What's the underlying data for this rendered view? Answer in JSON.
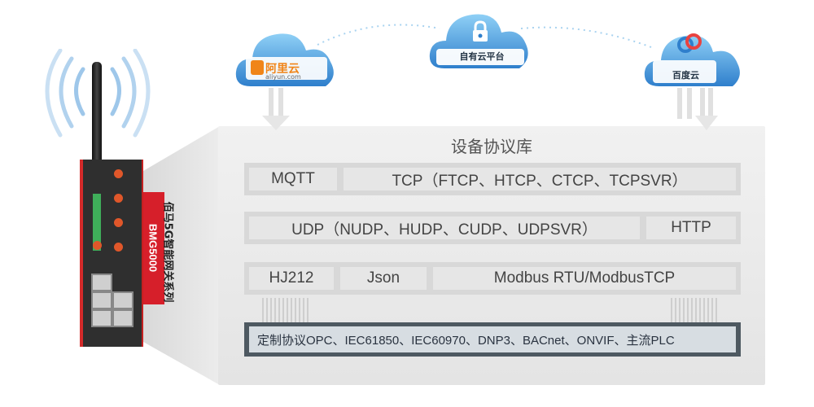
{
  "clouds": {
    "aliyun": {
      "label": "阿里云",
      "sub": "aliyun.com",
      "logo_color": "#f08519"
    },
    "own": {
      "label": "自有云平台"
    },
    "baidu": {
      "label": "百度云"
    }
  },
  "library": {
    "title": "设备协议库",
    "rows": [
      [
        "MQTT",
        "TCP（FTCP、HTCP、CTCP、TCPSVR）"
      ],
      [
        "UDP（NUDP、HUDP、CUDP、UDPSVR）",
        "HTTP"
      ],
      [
        "HJ212",
        "Json",
        "Modbus RTU/ModbusTCP"
      ]
    ],
    "custom": "定制协议OPC、IEC61850、IEC60970、DNP3、BACnet、ONVIF、主流PLC"
  },
  "device": {
    "model": "BMG5000",
    "series": "佰马5G智能网关系列",
    "brand_color": "#d61f2a"
  },
  "colors": {
    "cloud_blue": "#3f8fd6",
    "panel_grey": "#e8e8e8",
    "custom_dark": "#4e5961"
  }
}
